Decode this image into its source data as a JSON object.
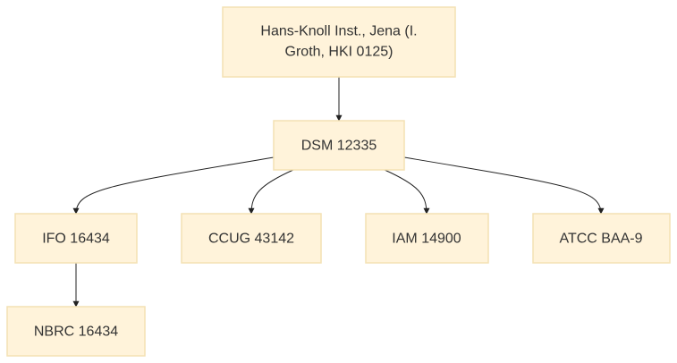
{
  "diagram": {
    "nodes": [
      {
        "id": "hki",
        "lines": [
          "Hans-Knoll Inst., Jena (I.",
          "Groth, HKI 0125)"
        ]
      },
      {
        "id": "dsm",
        "lines": [
          "DSM 12335"
        ]
      },
      {
        "id": "ifo",
        "lines": [
          "IFO 16434"
        ]
      },
      {
        "id": "ccug",
        "lines": [
          "CCUG 43142"
        ]
      },
      {
        "id": "iam",
        "lines": [
          "IAM 14900"
        ]
      },
      {
        "id": "atcc",
        "lines": [
          "ATCC BAA-9"
        ]
      },
      {
        "id": "nbrc",
        "lines": [
          "NBRC 16434"
        ]
      }
    ],
    "edges": [
      {
        "from": "hki",
        "to": "dsm"
      },
      {
        "from": "dsm",
        "to": "ifo"
      },
      {
        "from": "dsm",
        "to": "ccug"
      },
      {
        "from": "dsm",
        "to": "iam"
      },
      {
        "from": "dsm",
        "to": "atcc"
      },
      {
        "from": "ifo",
        "to": "nbrc"
      }
    ]
  }
}
